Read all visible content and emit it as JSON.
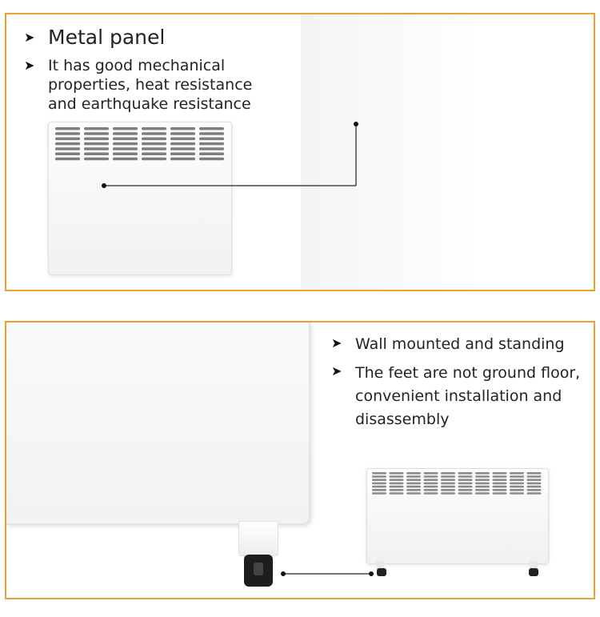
{
  "sections": {
    "metal_panel": {
      "title": "Metal panel",
      "description": "It has good mechanical\nproperties, heat resistance\nand earthquake resistance"
    },
    "mounting": {
      "bullet_1": "Wall mounted and standing",
      "bullet_2": "The feet are not ground floor,\nconvenient installation and\ndisassembly"
    }
  },
  "icons": {
    "bullet": "arrowhead-right-icon"
  },
  "colors": {
    "frame_border": "#f0a030",
    "text": "#222222",
    "heater_body": "#f5f5f5"
  }
}
